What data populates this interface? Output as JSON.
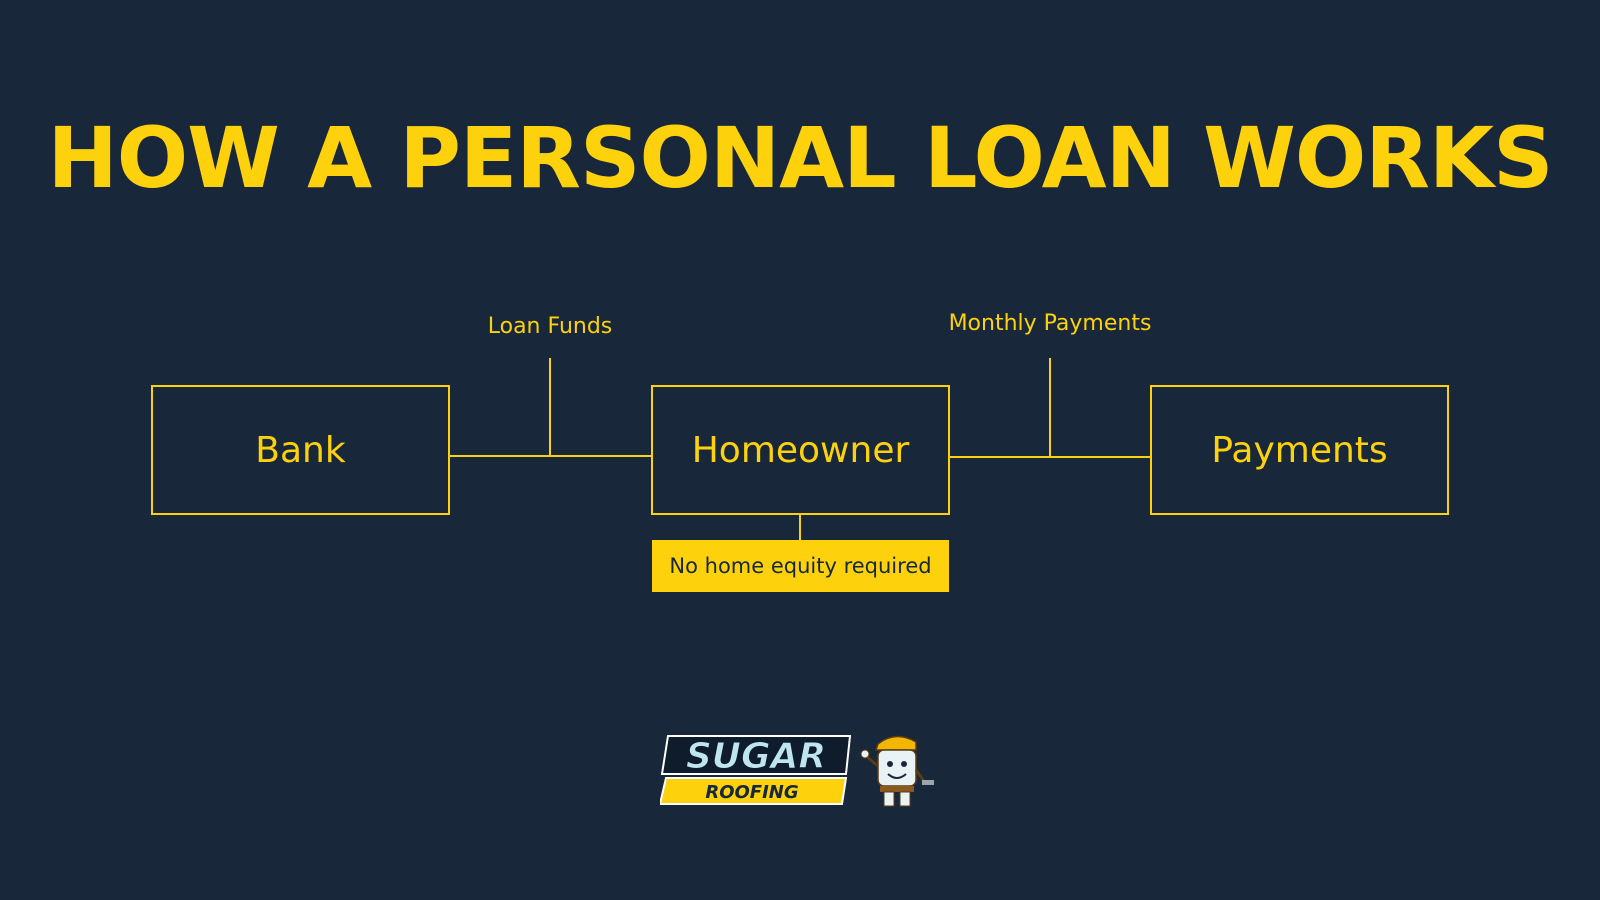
{
  "title": "HOW A PERSONAL LOAN WORKS",
  "nodes": {
    "bank": "Bank",
    "homeowner": "Homeowner",
    "payments": "Payments"
  },
  "edges": {
    "loan_funds": "Loan Funds",
    "monthly_payments": "Monthly Payments"
  },
  "note": "No home equity required",
  "logo": {
    "word1": "SUGAR",
    "word2": "ROOFING"
  },
  "colors": {
    "background": "#18283a",
    "accent": "#fdd20d",
    "logo_light": "#bfe6ef"
  }
}
